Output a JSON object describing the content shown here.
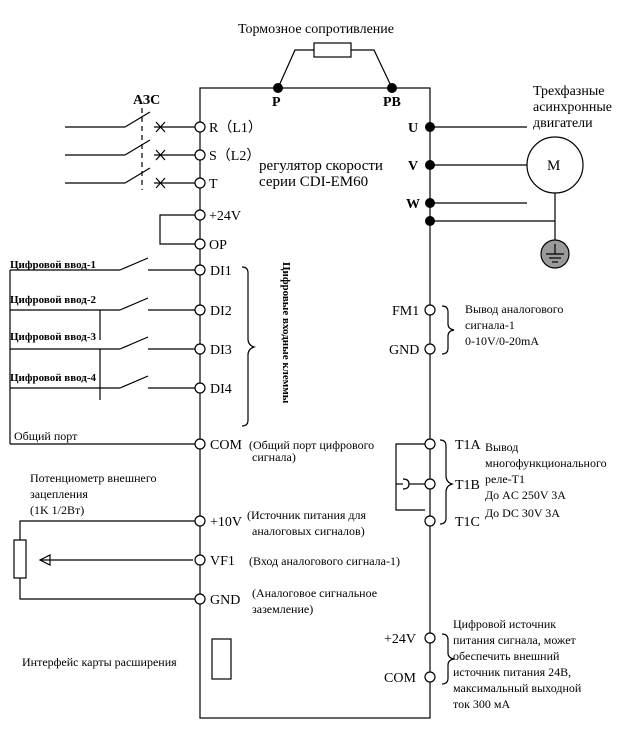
{
  "title": "Тормозное сопротивление",
  "breaker": "АЗС",
  "motor": {
    "caption_1": "Трехфазные",
    "caption_2": "асинхронные",
    "caption_3": "двигатели",
    "symbol": "M"
  },
  "drive": {
    "line_1": "регулятор   скорости",
    "line_2": "серии   CDI-EM60"
  },
  "terminals": {
    "P": "P",
    "PB": "PB",
    "R": "R（L1）",
    "S": "S（L2）",
    "T": "T",
    "U": "U",
    "V": "V",
    "W": "W",
    "p24v": "+24V",
    "OP": "OP",
    "DI1": "DI1",
    "DI2": "DI2",
    "DI3": "DI3",
    "DI4": "DI4",
    "COM": "COM",
    "p10v": "+10V",
    "VF1": "VF1",
    "GND": "GND",
    "FM1": "FM1",
    "GND_r": "GND",
    "T1A": "T1A",
    "T1B": "T1B",
    "T1C": "T1C",
    "p24v_r": "+24V",
    "COM_r": "COM"
  },
  "left": {
    "di1": "Цифровой ввод-1",
    "di2": "Цифровой ввод-2",
    "di3": "Цифровой ввод-3",
    "di4": "Цифровой ввод-4",
    "common_port": "Общий порт",
    "pot_1": "Потенциометр    внешнего",
    "pot_2": "зацепления",
    "pot_3": "(1K 1/2Вт)",
    "ext_card": "Интерфейс карты расширения"
  },
  "vertical_label": "Цифровые входные клеммы",
  "notes": {
    "com_1": "(Общий порт цифрового",
    "com_2": "сигнала)",
    "p10_1": "(Источник питания для",
    "p10_2": "аналоговых сигналов)",
    "vf1": "(Вход аналогового сигнала-1)",
    "gnd_1": "(Аналоговое сигнальное",
    "gnd_2": "заземление)",
    "fm_1": "Вывод     аналогового",
    "fm_2": "сигнала-1",
    "fm_3": "0-10V/0-20mA",
    "relay_1": "Вывод",
    "relay_2": "многофункционального",
    "relay_3": "реле-T1",
    "relay_4": "До AC 250V 3A",
    "relay_5": "До DC 30V 3A",
    "pwr_1": "Цифровой       источник",
    "pwr_2": "питания сигнала, может",
    "pwr_3": "обеспечить        внешний",
    "pwr_4": "источник питания 24В,",
    "pwr_5": "максимальный  выходной",
    "pwr_6": "ток 300 мА"
  }
}
